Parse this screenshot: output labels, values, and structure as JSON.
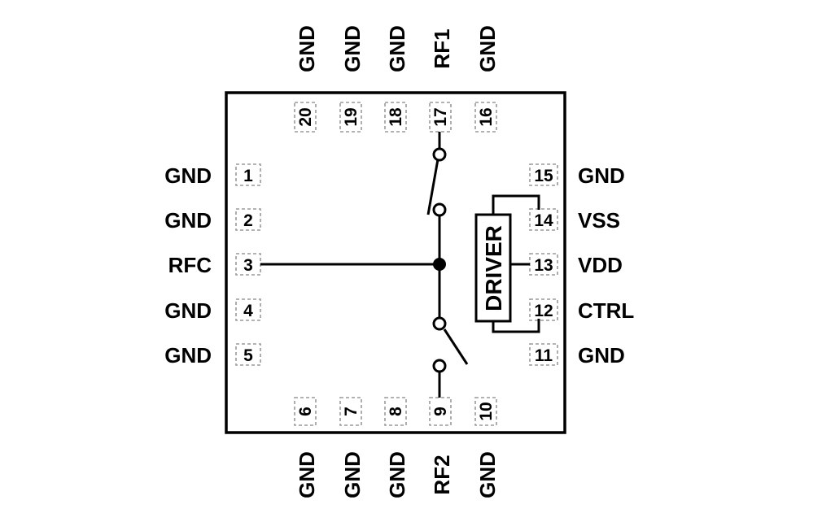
{
  "title": "",
  "colors": {
    "line": "#000000",
    "pad_outline": "#9a9a9a",
    "background": "#ffffff"
  },
  "pins": {
    "left": [
      {
        "num": "1",
        "name": "GND"
      },
      {
        "num": "2",
        "name": "GND"
      },
      {
        "num": "3",
        "name": "RFC"
      },
      {
        "num": "4",
        "name": "GND"
      },
      {
        "num": "5",
        "name": "GND"
      }
    ],
    "bottom": [
      {
        "num": "6",
        "name": "GND"
      },
      {
        "num": "7",
        "name": "GND"
      },
      {
        "num": "8",
        "name": "GND"
      },
      {
        "num": "9",
        "name": "RF2"
      },
      {
        "num": "10",
        "name": "GND"
      }
    ],
    "right": [
      {
        "num": "11",
        "name": "GND"
      },
      {
        "num": "12",
        "name": "CTRL"
      },
      {
        "num": "13",
        "name": "VDD"
      },
      {
        "num": "14",
        "name": "VSS"
      },
      {
        "num": "15",
        "name": "GND"
      }
    ],
    "top": [
      {
        "num": "16",
        "name": "GND"
      },
      {
        "num": "17",
        "name": "RF1"
      },
      {
        "num": "18",
        "name": "GND"
      },
      {
        "num": "19",
        "name": "GND"
      },
      {
        "num": "20",
        "name": "GND"
      }
    ]
  },
  "driver": {
    "label": "DRIVER"
  }
}
